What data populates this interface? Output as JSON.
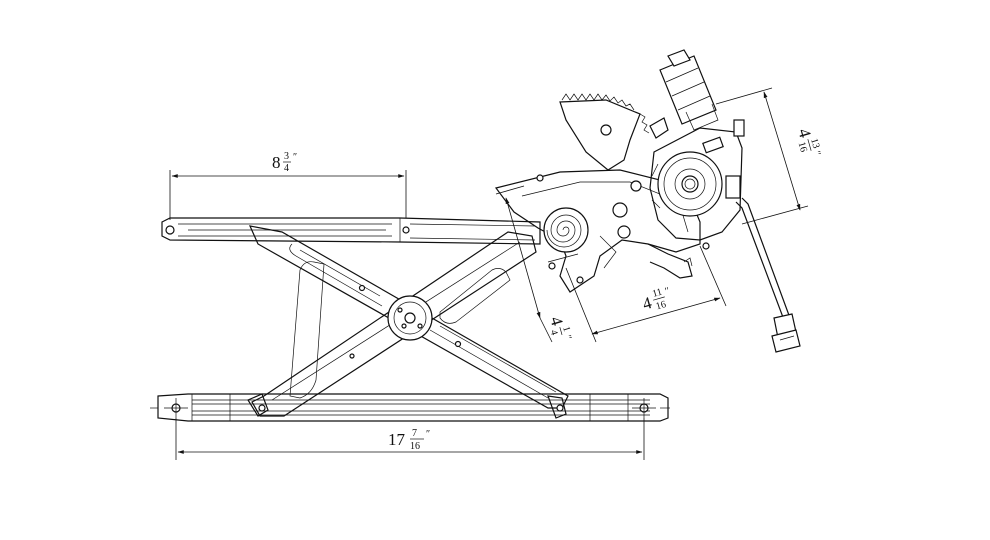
{
  "diagram": {
    "description_kind": "window regulator line drawing",
    "dimensions": {
      "overall_length": {
        "whole": "17",
        "num": "7",
        "den": "16",
        "unit": "″"
      },
      "arm_length": {
        "whole": "8",
        "num": "3",
        "den": "4",
        "unit": "″"
      },
      "bracket_width": {
        "whole": "4",
        "num": "11",
        "den": "16",
        "unit": "″"
      },
      "bracket_height": {
        "whole": "4",
        "num": "1",
        "den": "4",
        "unit": "″"
      },
      "motor_height": {
        "whole": "4",
        "num": "13",
        "den": "16",
        "unit": "″"
      }
    },
    "colors": {
      "line": "#111111",
      "background": "#ffffff"
    }
  }
}
